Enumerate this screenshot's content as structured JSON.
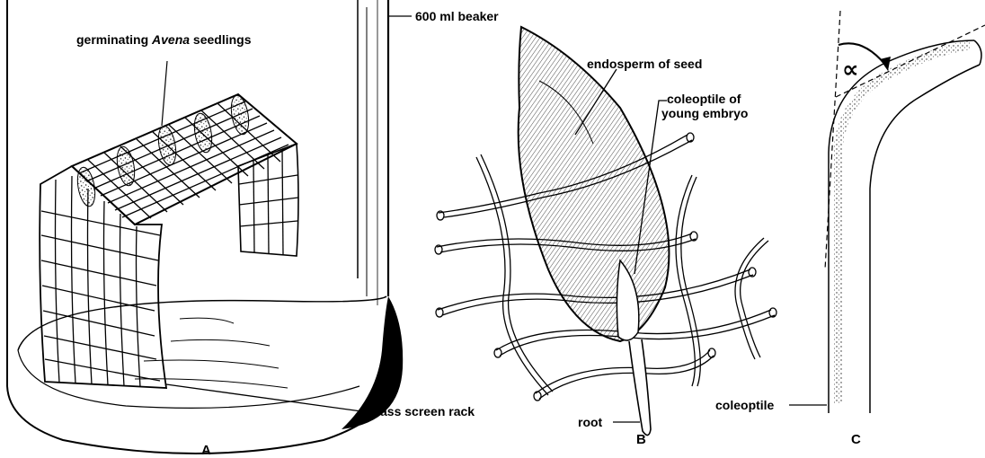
{
  "panel_a": {
    "label": "A",
    "seedlings_prefix": "germinating ",
    "seedlings_genus": "Avena",
    "seedlings_suffix": " seedlings",
    "beaker_label": "600 ml beaker",
    "rack_label": "brass screen rack"
  },
  "panel_b": {
    "label": "B",
    "endosperm_label": "endosperm of seed",
    "coleoptile_line1": "coleoptile of",
    "coleoptile_line2": "young embryo",
    "root_label": "root"
  },
  "panel_c": {
    "label": "C",
    "angle_symbol": "∝",
    "coleoptile_label": "coleoptile"
  }
}
